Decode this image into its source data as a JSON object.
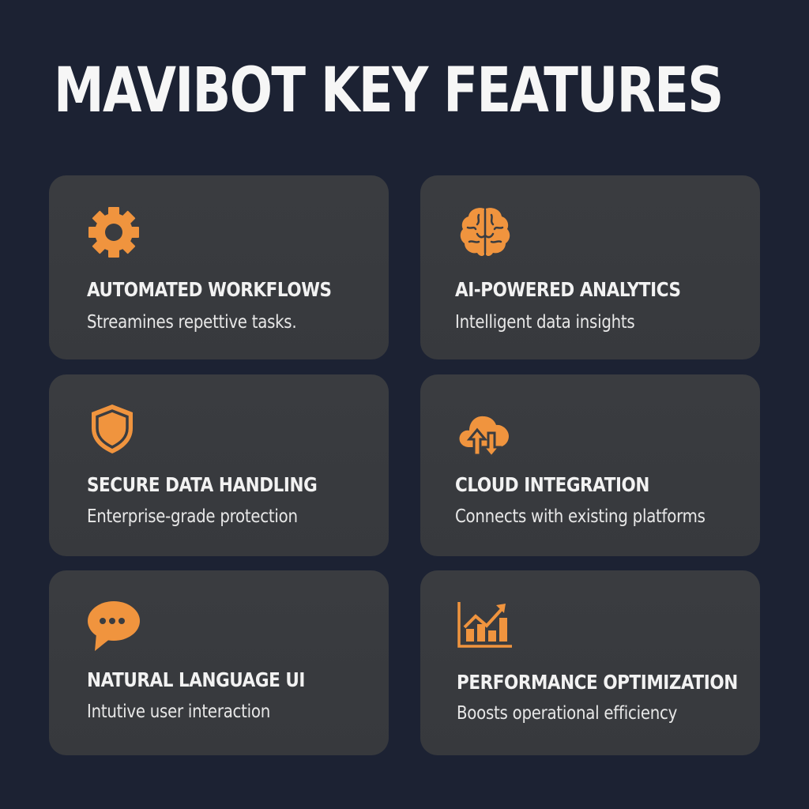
{
  "header": {
    "title": "MAVIBOT KEY FEATURES"
  },
  "colors": {
    "background": "#1c2233",
    "card": "#3a3c40",
    "accent": "#f0943e",
    "text": "#f2f2f2"
  },
  "features": [
    {
      "icon": "gear-icon",
      "title": "AUTOMATED WORKFLOWS",
      "description": "Streamines repettive tasks."
    },
    {
      "icon": "brain-icon",
      "title": "AI-POWERED ANALYTICS",
      "description": "Intelligent data insights"
    },
    {
      "icon": "shield-icon",
      "title": "SECURE DATA HANDLING",
      "description": "Enterprise-grade protection"
    },
    {
      "icon": "cloud-sync-icon",
      "title": "CLOUD INTEGRATION",
      "description": "Connects with existing platforms"
    },
    {
      "icon": "chat-bubble-icon",
      "title": "NATURAL LANGUAGE UI",
      "description": "Intutive user interaction"
    },
    {
      "icon": "growth-chart-icon",
      "title": "PERFORMANCE OPTIMIZATION",
      "description": "Boosts operational efficiency"
    }
  ]
}
